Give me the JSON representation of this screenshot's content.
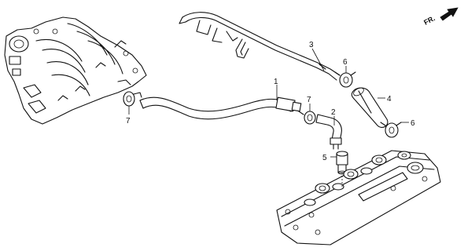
{
  "diagram": {
    "direction_label": "FR.",
    "callouts": {
      "c1": "1",
      "c2": "2",
      "c3": "3",
      "c4": "4",
      "c5": "5",
      "c6a": "6",
      "c6b": "6",
      "c7a": "7",
      "c7b": "7"
    },
    "parts": [
      "intake-manifold",
      "breather-hose",
      "pcv-elbow-joint",
      "breather-pipe",
      "connector-hose",
      "pcv-valve",
      "hose-clamp",
      "cylinder-head-cover"
    ]
  }
}
